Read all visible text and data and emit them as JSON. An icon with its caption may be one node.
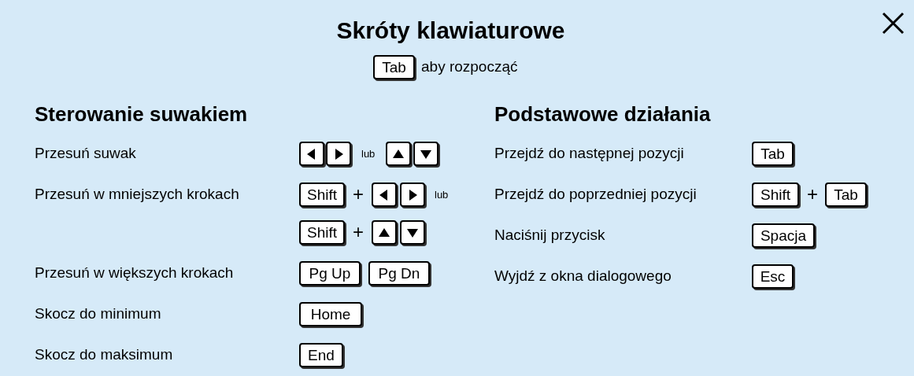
{
  "diagram": {
    "title": "Skróty klawiaturowe",
    "labels": [
      "Tab",
      "aby rozpocząć",
      "Sterowanie suwakiem",
      "Przesuń suwak",
      "lub",
      "Przesuń w mniejszych krokach",
      "Shift",
      "+",
      "lub",
      "Shift",
      "+",
      "Przesuń w większych krokach",
      "Pg Up",
      "Pg Dn",
      "Skocz do minimum",
      "Home",
      "Skocz do maksimum",
      "End",
      "Podstawowe działania",
      "Przejdź do następnej pozycji",
      "Tab",
      "Przejdź do poprzedniej pozycji",
      "Shift",
      "+",
      "Tab",
      "Naciśnij przycisk",
      "Spacja",
      "Wyjdź z okna dialogowego",
      "Esc"
    ]
  }
}
